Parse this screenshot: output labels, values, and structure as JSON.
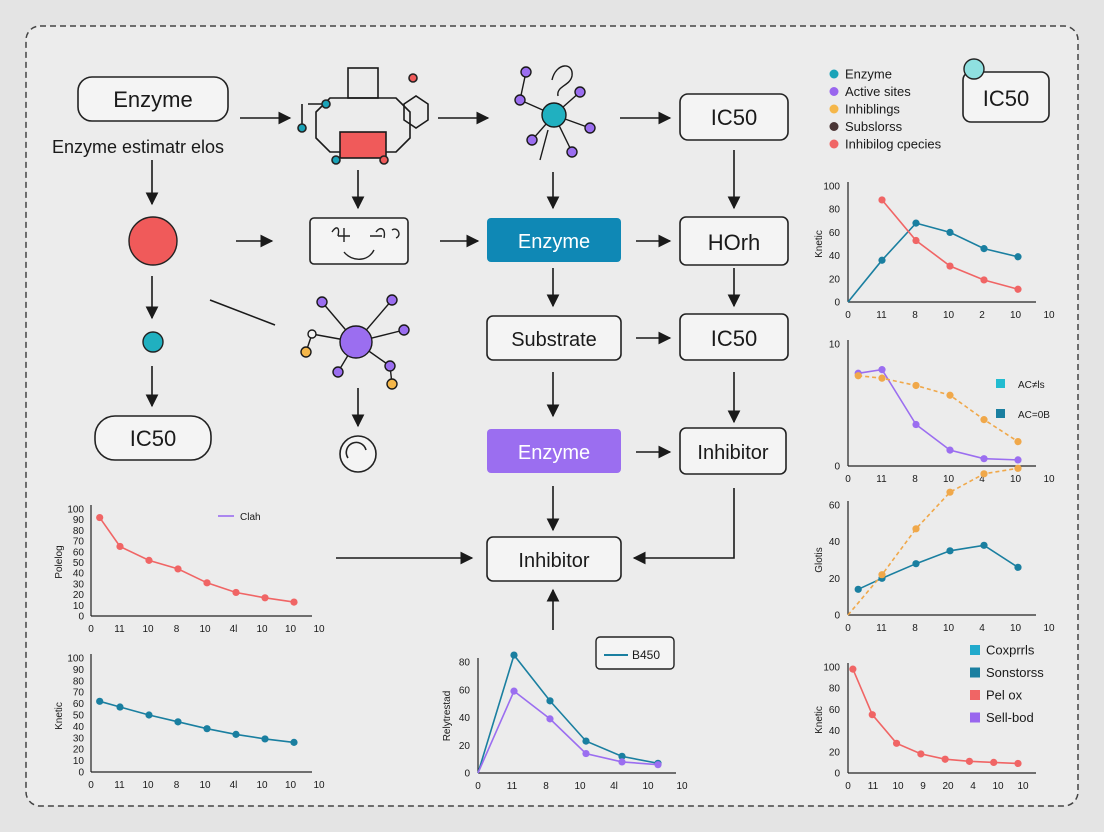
{
  "diagram": {
    "boxes": {
      "enzyme_top_left": "Enzyme",
      "caption": "Enzyme estimatr elos",
      "ic50_top": "IC50",
      "enzyme_teal": "Enzyme",
      "hoh": "HOrh",
      "substrate": "Substrate",
      "ic50_mid": "IC50",
      "enzyme_violet": "Enzyme",
      "inhibitor_right": "Inhibitor",
      "inhibitor_center": "Inhibitor",
      "ic50_left": "IC50",
      "ic50_corner": "IC50",
      "b450": "B450"
    },
    "legend": [
      {
        "label": "Enzyme",
        "color": "#1aa3b8"
      },
      {
        "label": "Active sites",
        "color": "#9966ee"
      },
      {
        "label": "Inhiblings",
        "color": "#f5b74a"
      },
      {
        "label": "Subslorss",
        "color": "#4a3535"
      },
      {
        "label": "Inhibilog cpecies",
        "color": "#f06565"
      }
    ],
    "legend_bottom": [
      {
        "label": "Coxprrls",
        "color": "#22aacc"
      },
      {
        "label": "Sonstorss",
        "color": "#1a7fa0"
      },
      {
        "label": "Pel ox",
        "color": "#f06565"
      },
      {
        "label": "Sell-bod",
        "color": "#9966ee"
      }
    ],
    "colors": {
      "teal": "#0f88b5",
      "violet": "#9b6ef0",
      "red": "#f05a5a",
      "dot_teal": "#20b0c0"
    }
  },
  "chart_data": [
    {
      "id": "r1",
      "type": "line",
      "ylabel": "Knetic",
      "x_ticks": [
        "0",
        "11",
        "8",
        "10",
        "2",
        "10",
        "10"
      ],
      "y_ticks": [
        "0",
        "20",
        "40",
        "60",
        "80",
        "100"
      ],
      "ylim": [
        0,
        100
      ],
      "series": [
        {
          "color": "#1a7fa0",
          "values": [
            [
              0,
              0
            ],
            [
              1,
              36
            ],
            [
              2,
              68
            ],
            [
              3,
              60
            ],
            [
              4,
              46
            ],
            [
              5,
              39
            ]
          ]
        },
        {
          "color": "#f06565",
          "values": [
            [
              1,
              88
            ],
            [
              2,
              53
            ],
            [
              3,
              31
            ],
            [
              4,
              19
            ],
            [
              5,
              11
            ]
          ]
        }
      ]
    },
    {
      "id": "r2",
      "type": "line",
      "x_ticks": [
        "0",
        "11",
        "8",
        "10",
        "4",
        "10",
        "10"
      ],
      "y_ticks": [
        "0",
        "10"
      ],
      "ylim": [
        0,
        10
      ],
      "legend": [
        "AC≠ls",
        "AC=0B"
      ],
      "series": [
        {
          "color": "#9b6ef0",
          "dashed": false,
          "values": [
            [
              0.3,
              7.6
            ],
            [
              1,
              7.9
            ],
            [
              2,
              3.4
            ],
            [
              3,
              1.3
            ],
            [
              4,
              0.6
            ],
            [
              5,
              0.5
            ]
          ]
        },
        {
          "color": "#f0a84a",
          "dashed": true,
          "values": [
            [
              0.3,
              7.4
            ],
            [
              1,
              7.2
            ],
            [
              2,
              6.6
            ],
            [
              3,
              5.8
            ],
            [
              4,
              3.8
            ],
            [
              5,
              2.0
            ]
          ]
        }
      ]
    },
    {
      "id": "r3",
      "type": "line",
      "ylabel": "Glotis",
      "x_ticks": [
        "0",
        "11",
        "8",
        "10",
        "4",
        "10",
        "10"
      ],
      "y_ticks": [
        "0",
        "20",
        "40",
        "60"
      ],
      "ylim": [
        0,
        60
      ],
      "series": [
        {
          "color": "#1a7fa0",
          "dashed": false,
          "values": [
            [
              0.3,
              14
            ],
            [
              1,
              20
            ],
            [
              2,
              28
            ],
            [
              3,
              35
            ],
            [
              4,
              38
            ],
            [
              5,
              26
            ]
          ]
        },
        {
          "color": "#f0a84a",
          "dashed": true,
          "values": [
            [
              0,
              0
            ],
            [
              1,
              22
            ],
            [
              2,
              47
            ],
            [
              3,
              67
            ],
            [
              4,
              77
            ],
            [
              5,
              80
            ]
          ]
        }
      ]
    },
    {
      "id": "r4",
      "type": "line",
      "ylabel": "Knetic",
      "x_ticks": [
        "0",
        "11",
        "10",
        "9",
        "20",
        "4",
        "10",
        "10"
      ],
      "y_ticks": [
        "0",
        "20",
        "40",
        "60",
        "80",
        "100"
      ],
      "ylim": [
        0,
        100
      ],
      "series": [
        {
          "color": "#f06565",
          "values": [
            [
              0.2,
              98
            ],
            [
              1,
              55
            ],
            [
              2,
              28
            ],
            [
              3,
              18
            ],
            [
              4,
              13
            ],
            [
              5,
              11
            ],
            [
              6,
              10
            ],
            [
              7,
              9
            ]
          ]
        }
      ]
    },
    {
      "id": "l1",
      "type": "line",
      "ylabel": "Polelog",
      "x_ticks": [
        "0",
        "11",
        "10",
        "8",
        "10",
        "4l",
        "10",
        "10",
        "10"
      ],
      "y_ticks": [
        "0",
        "10",
        "20",
        "30",
        "40",
        "50",
        "60",
        "70",
        "80",
        "90",
        "100"
      ],
      "ylim": [
        0,
        100
      ],
      "legend": [
        "Clah"
      ],
      "series": [
        {
          "color": "#f06565",
          "values": [
            [
              0.3,
              92
            ],
            [
              1,
              65
            ],
            [
              2,
              52
            ],
            [
              3,
              44
            ],
            [
              4,
              31
            ],
            [
              5,
              22
            ],
            [
              6,
              17
            ],
            [
              7,
              13
            ]
          ]
        }
      ]
    },
    {
      "id": "l2",
      "type": "line",
      "ylabel": "Knetic",
      "x_ticks": [
        "0",
        "11",
        "10",
        "8",
        "10",
        "4l",
        "10",
        "10",
        "10"
      ],
      "y_ticks": [
        "0",
        "10",
        "20",
        "30",
        "40",
        "50",
        "60",
        "70",
        "80",
        "90",
        "100"
      ],
      "ylim": [
        0,
        100
      ],
      "series": [
        {
          "color": "#1a7fa0",
          "values": [
            [
              0.3,
              62
            ],
            [
              1,
              57
            ],
            [
              2,
              50
            ],
            [
              3,
              44
            ],
            [
              4,
              38
            ],
            [
              5,
              33
            ],
            [
              6,
              29
            ],
            [
              7,
              26
            ]
          ]
        }
      ]
    },
    {
      "id": "c1",
      "type": "line",
      "ylabel": "Relytrestad",
      "x_ticks": [
        "0",
        "11",
        "8",
        "10",
        "4l",
        "10",
        "10"
      ],
      "y_ticks": [
        "0",
        "20",
        "40",
        "60",
        "80"
      ],
      "ylim": [
        0,
        80
      ],
      "series": [
        {
          "color": "#1a7fa0",
          "values": [
            [
              0,
              0
            ],
            [
              1,
              85
            ],
            [
              2,
              52
            ],
            [
              3,
              23
            ],
            [
              4,
              12
            ],
            [
              5,
              7
            ]
          ]
        },
        {
          "color": "#9b6ef0",
          "values": [
            [
              0,
              0
            ],
            [
              1,
              59
            ],
            [
              2,
              39
            ],
            [
              3,
              14
            ],
            [
              4,
              8
            ],
            [
              5,
              6
            ]
          ]
        }
      ]
    }
  ]
}
